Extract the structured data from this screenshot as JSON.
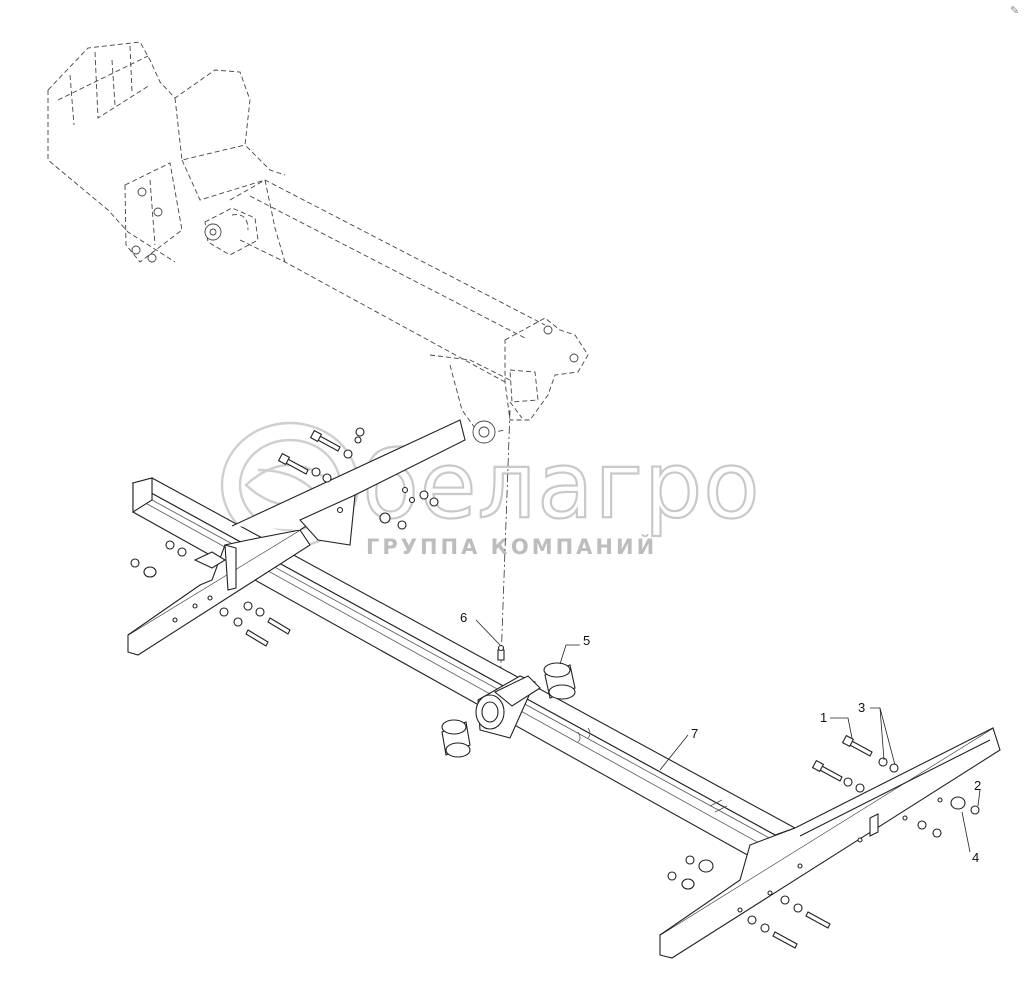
{
  "watermark": {
    "brand": "белагро",
    "subtitle": "ГРУППА КОМПАНИЙ"
  },
  "corner_mark": "✎",
  "callouts": [
    {
      "id": "callout-1",
      "text": "1"
    },
    {
      "id": "callout-2",
      "text": "2"
    },
    {
      "id": "callout-3",
      "text": "3"
    },
    {
      "id": "callout-4",
      "text": "4"
    },
    {
      "id": "callout-5",
      "text": "5"
    },
    {
      "id": "callout-6",
      "text": "6"
    },
    {
      "id": "callout-7",
      "text": "7"
    }
  ]
}
